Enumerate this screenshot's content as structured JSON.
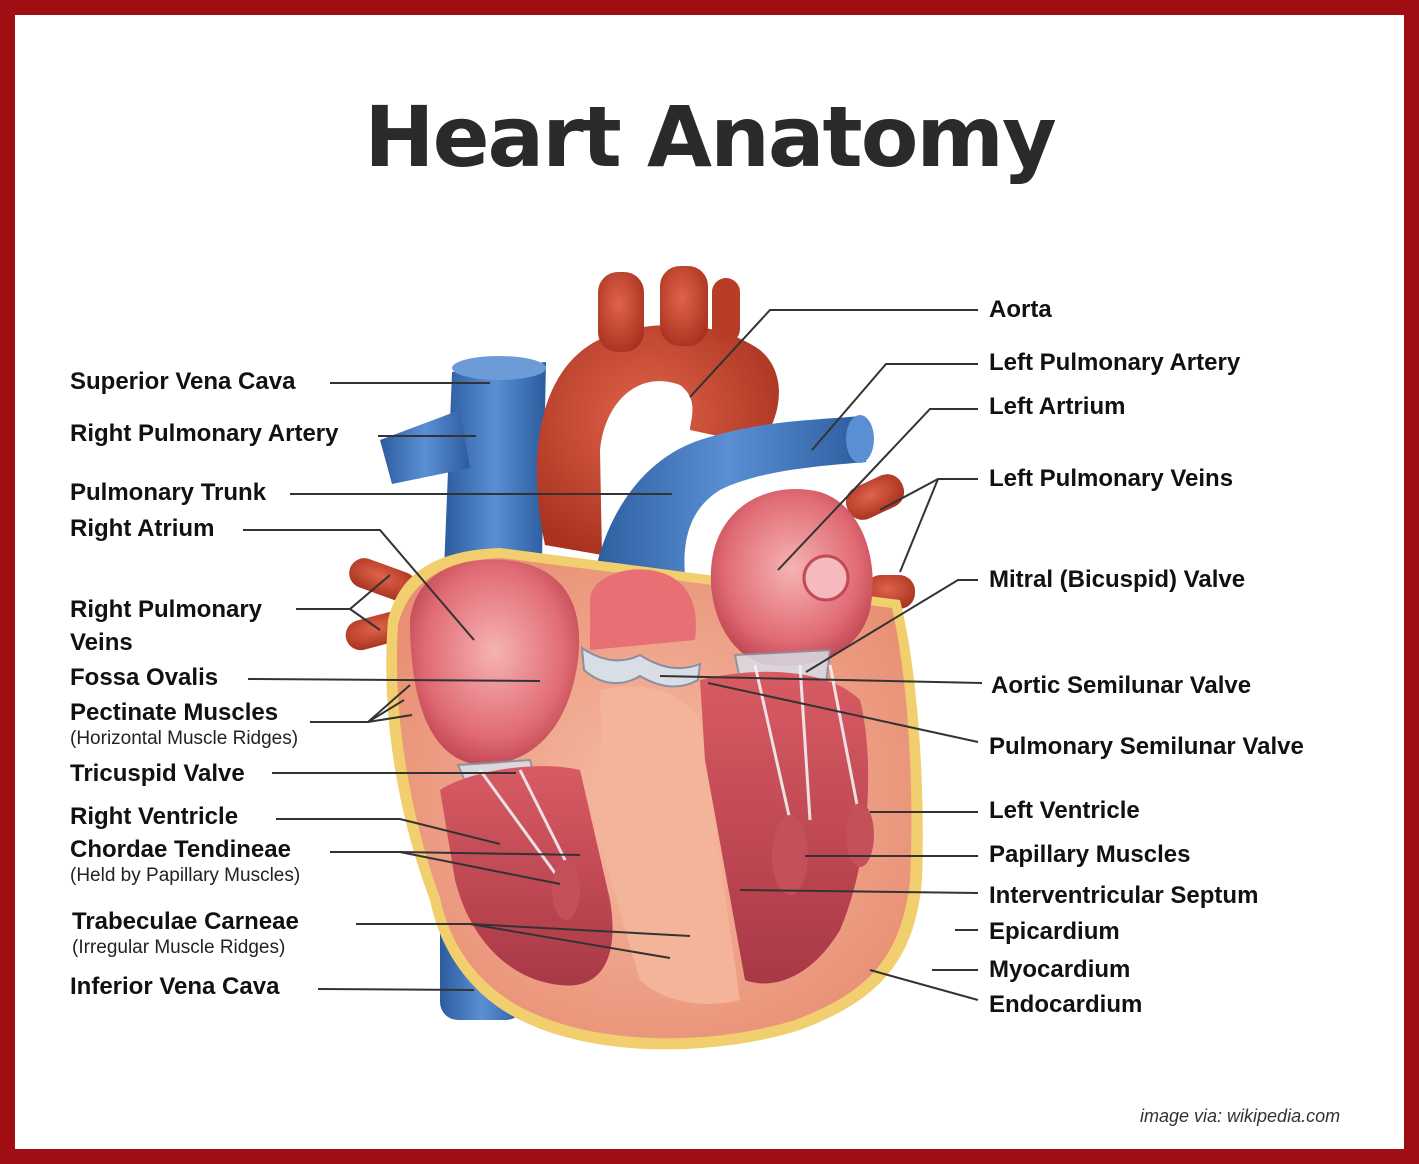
{
  "title": "Heart Anatomy",
  "credit": "image via: wikipedia.com",
  "colors": {
    "frame": "#a00d12",
    "vein_blue": "#3a6fb8",
    "artery_red": "#c8432a",
    "chamber_pink": "#e0707a",
    "muscle_salmon": "#f1a88d",
    "epicardium_yellow": "#f5d57a"
  },
  "labels_left": {
    "superior_vena_cava": "Superior Vena Cava",
    "right_pulmonary_artery": "Right Pulmonary Artery",
    "pulmonary_trunk": "Pulmonary Trunk",
    "right_atrium": "Right Atrium",
    "right_pulmonary_veins_1": "Right Pulmonary",
    "right_pulmonary_veins_2": "Veins",
    "fossa_ovalis": "Fossa Ovalis",
    "pectinate_muscles": "Pectinate Muscles",
    "pectinate_muscles_sub": "(Horizontal Muscle Ridges)",
    "tricuspid_valve": "Tricuspid Valve",
    "right_ventricle": "Right Ventricle",
    "chordae_tendineae": "Chordae Tendineae",
    "chordae_tendineae_sub": "(Held by Papillary Muscles)",
    "trabeculae_carneae": "Trabeculae Carneae",
    "trabeculae_carneae_sub": "(Irregular Muscle Ridges)",
    "inferior_vena_cava": "Inferior Vena Cava"
  },
  "labels_right": {
    "aorta": "Aorta",
    "left_pulmonary_artery": "Left Pulmonary Artery",
    "left_atrium": "Left Artrium",
    "left_pulmonary_veins": "Left Pulmonary Veins",
    "mitral_valve": "Mitral (Bicuspid) Valve",
    "aortic_semilunar_valve": "Aortic Semilunar Valve",
    "pulmonary_semilunar_valve": "Pulmonary Semilunar Valve",
    "left_ventricle": "Left Ventricle",
    "papillary_muscles": "Papillary Muscles",
    "interventricular_septum": "Interventricular Septum",
    "epicardium": "Epicardium",
    "myocardium": "Myocardium",
    "endocardium": "Endocardium"
  }
}
